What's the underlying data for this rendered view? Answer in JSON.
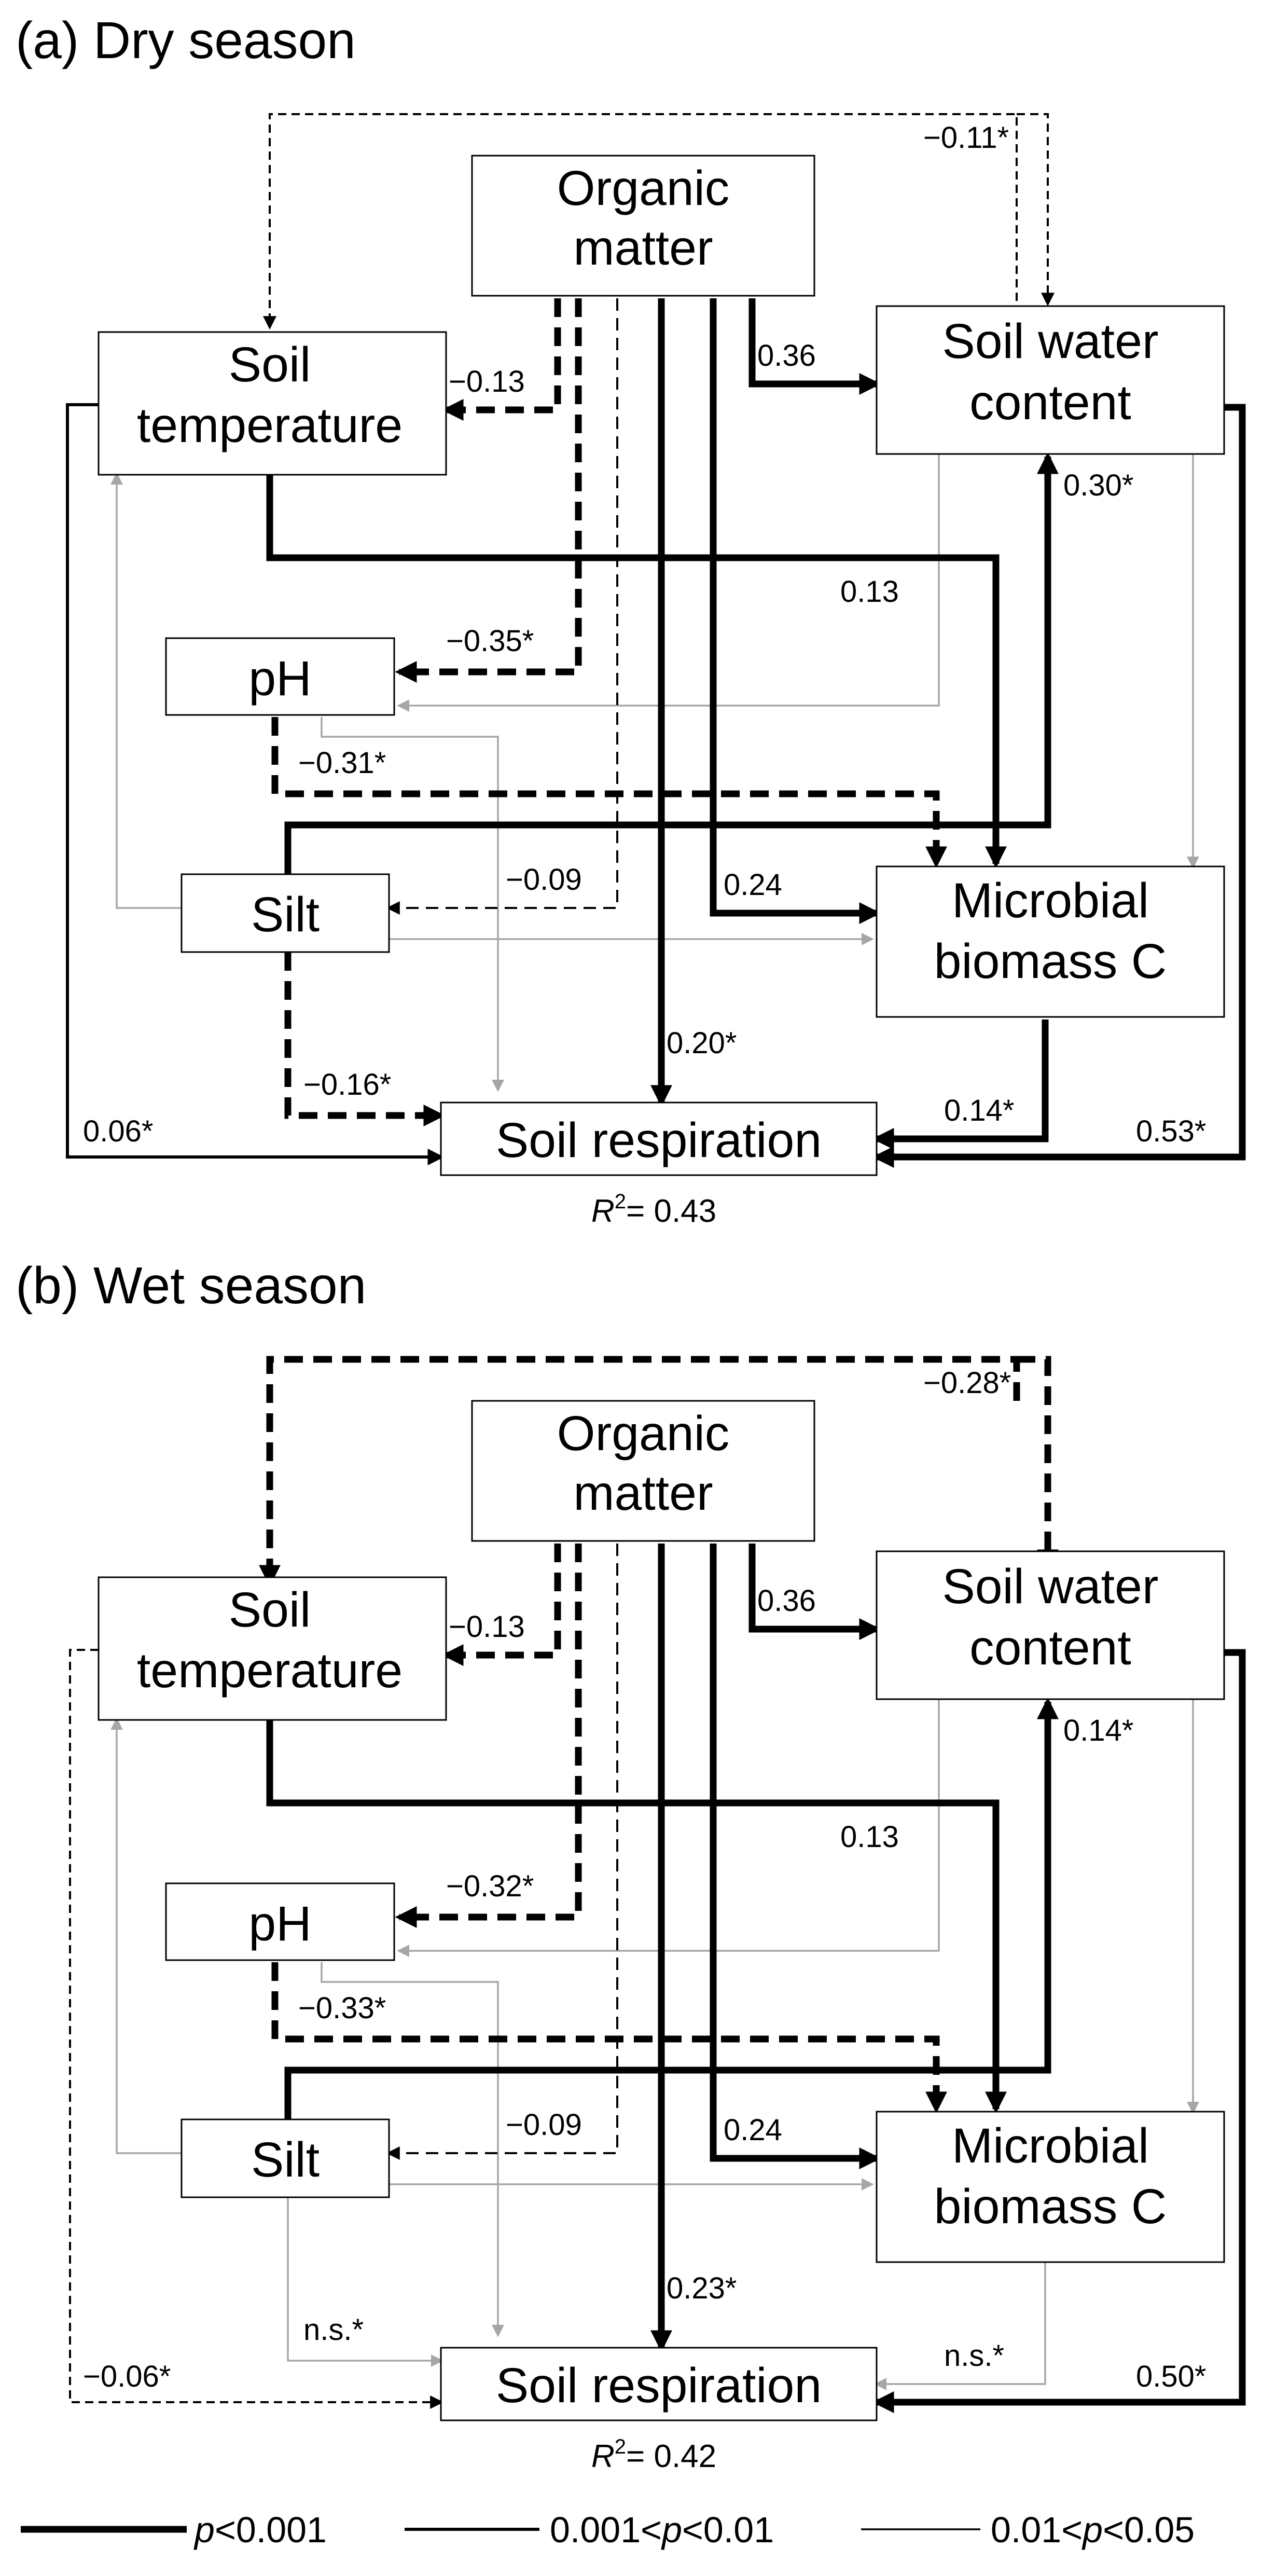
{
  "panel_a": {
    "title": "(a) Dry season",
    "nodes": {
      "organic_matter": [
        "Organic",
        "matter"
      ],
      "soil_water": [
        "Soil water",
        "content"
      ],
      "soil_temp": [
        "Soil",
        "temperature"
      ],
      "ph": [
        "pH"
      ],
      "silt": [
        "Silt"
      ],
      "microbial": [
        "Microbial",
        "biomass C"
      ],
      "respiration": [
        "Soil respiration"
      ]
    },
    "r2_symbol": "R",
    "r2_exp": "2",
    "r2_value": "= 0.43",
    "labels": {
      "om_st_sw": "−0.11*",
      "om_sw": "0.36",
      "om_st": "−0.13",
      "sw_mb": "0.30*",
      "st_mb": "0.13",
      "om_ph": "−0.35*",
      "ph_mb": "−0.31*",
      "om_silt": "−0.09",
      "om_mb": "0.24",
      "om_sr": "0.20*",
      "silt_sr": "−0.16*",
      "mb_sr": "0.14*",
      "st_sr": "0.06*",
      "sw_sr": "0.53*"
    }
  },
  "panel_b": {
    "title": "(b) Wet season",
    "nodes": {
      "organic_matter": [
        "Organic",
        "matter"
      ],
      "soil_water": [
        "Soil water",
        "content"
      ],
      "soil_temp": [
        "Soil",
        "temperature"
      ],
      "ph": [
        "pH"
      ],
      "silt": [
        "Silt"
      ],
      "microbial": [
        "Microbial",
        "biomass C"
      ],
      "respiration": [
        "Soil respiration"
      ]
    },
    "r2_symbol": "R",
    "r2_exp": "2",
    "r2_value": "= 0.42",
    "labels": {
      "om_st_sw": "−0.28*",
      "om_sw": "0.36",
      "om_st": "−0.13",
      "sw_mb": "0.14*",
      "st_mb": "0.13",
      "om_ph": "−0.32*",
      "ph_mb": "−0.33*",
      "om_silt": "−0.09",
      "om_mb": "0.24",
      "om_sr": "0.23*",
      "silt_sr": "n.s.*",
      "mb_sr": "n.s.*",
      "st_sr": "−0.06*",
      "sw_sr": "0.50*"
    }
  },
  "legend": {
    "high": {
      "p": "p",
      "rest": "<0.001"
    },
    "mid": {
      "pre": "0.001<",
      "p": "p",
      "rest": "<0.01"
    },
    "low": {
      "pre": "0.01<",
      "p": "p",
      "rest": "<0.05"
    }
  }
}
